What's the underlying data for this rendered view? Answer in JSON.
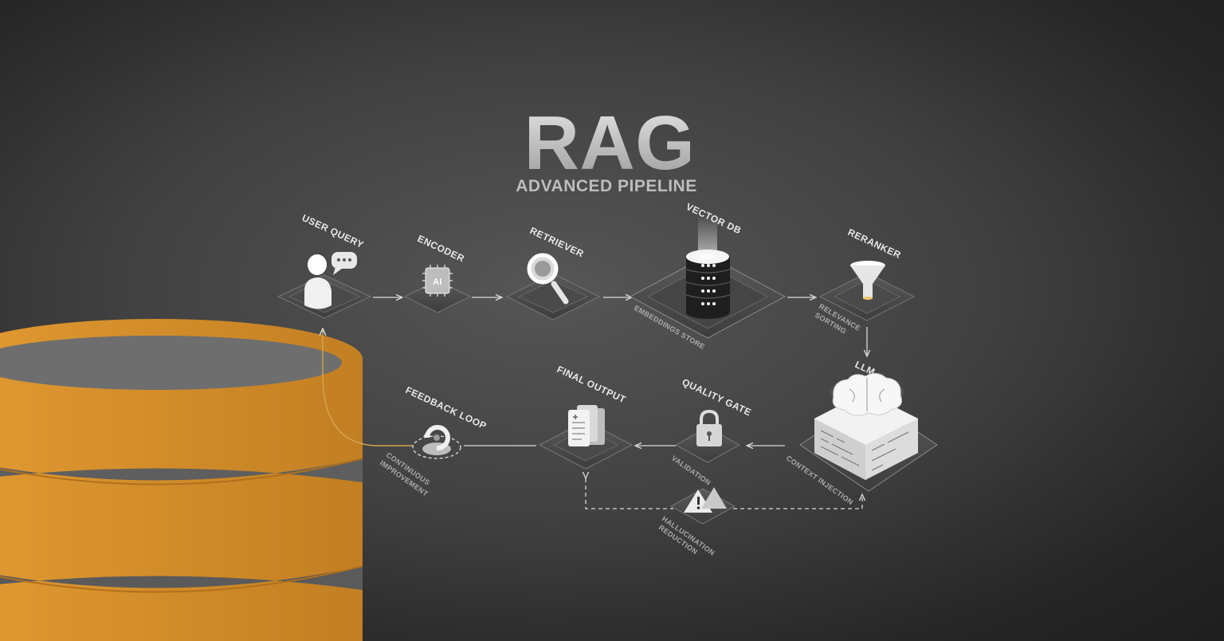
{
  "title": "RAG",
  "subtitle": "ADVANCED PIPELINE",
  "nodes": {
    "user_query": "USER QUERY",
    "encoder": "ENCODER",
    "encoder_chip": "AI",
    "retriever": "RETRIEVER",
    "vector_db": "VECTOR DB",
    "reranker": "RERANKER",
    "llm": "LLM",
    "quality_gate": "QUALITY GATE",
    "final_output": "FINAL OUTPUT",
    "feedback_loop": "FEEDBACK LOOP"
  },
  "notes": {
    "embeddings_store": "EMBEDDINGS STORE",
    "relevance_1": "RELEVANCE",
    "relevance_2": "SORTING",
    "context_injection": "CONTEXT INJECTION",
    "validation": "VALIDATION",
    "hallucination_1": "HALLUCINATION",
    "hallucination_2": "REDUCTION",
    "continuous_1": "CONTINUOUS",
    "continuous_2": "IMPROVEMENT"
  },
  "colors": {
    "accent_orange": "#cf8b2a",
    "background": "#3a3a3a",
    "line": "#d9d9d9"
  }
}
